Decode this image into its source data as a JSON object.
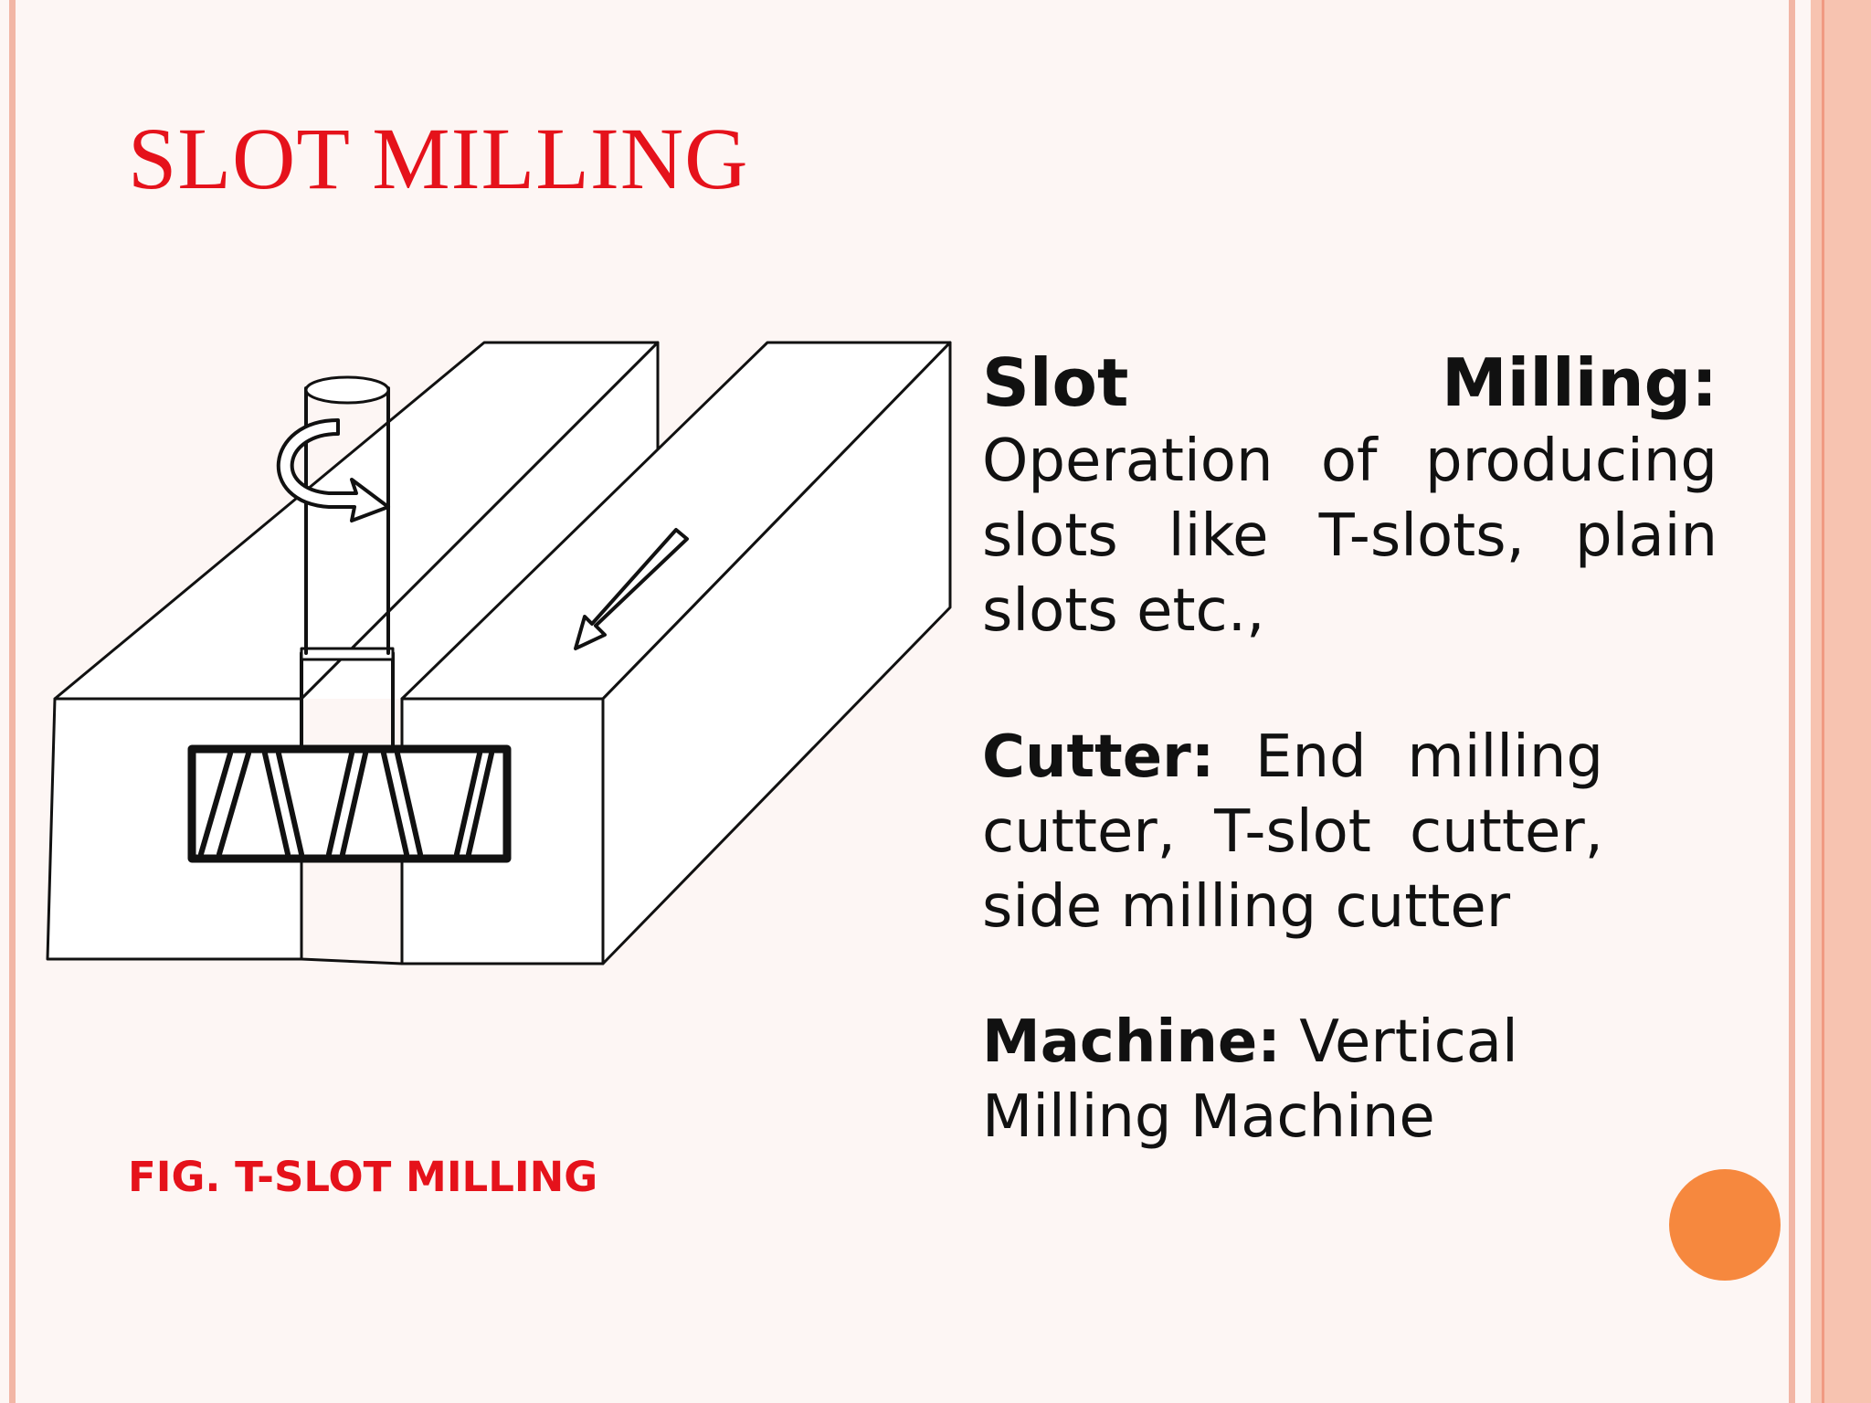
{
  "slide": {
    "title": "SLOT MILLING",
    "figure_caption": "FIG. T-SLOT MILLING",
    "points": [
      {
        "term": "Slot Milling:",
        "text": " Operation of producing slots like T-slots, plain slots etc.,"
      },
      {
        "term": "Cutter:",
        "text": " End milling cutter, T-slot cutter, side milling cutter"
      },
      {
        "term": "Machine:",
        "text": " Vertical Milling Machine"
      }
    ]
  },
  "colors": {
    "title": "#e5121b",
    "caption": "#e5121b",
    "body_text": "#111111",
    "background": "#fdf6f4",
    "border": "#f2b6a5",
    "accent_dot": "#f6883e"
  }
}
